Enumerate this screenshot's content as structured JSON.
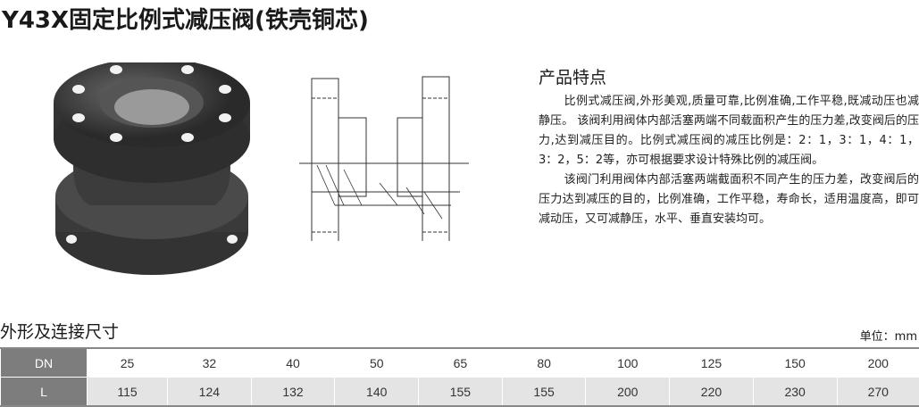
{
  "title": "Y43X固定比例式减压阀(铁壳铜芯)",
  "features": {
    "heading": "产品特点",
    "paragraphs": [
      "比例式减压阀,外形美观,质量可靠,比例准确,工作平稳,既减动压也减静压。 该阀利用阀体内部活塞两端不同载面积产生的压力差,改变阀后的压力,达到减压目的。比例式减压阀的减压比例是：2：1，3：1，4：1，3：2，5：2等，亦可根据要求设计特殊比例的减压阀。",
      "该阀门利用阀体内部活塞两端截面积不同产生的压力差，改变阀后的压力达到减压的目的，比例准确，工作平稳，寿命长，适用温度高，即可减动压，又可减静压，水平、垂直安装均可。"
    ]
  },
  "drawing": {
    "dimension_label": "L"
  },
  "dimensions": {
    "heading": "外形及连接尺寸",
    "unit": "单位：mm",
    "rows": [
      {
        "label": "DN",
        "values": [
          "25",
          "32",
          "40",
          "50",
          "65",
          "80",
          "100",
          "125",
          "150",
          "200"
        ]
      },
      {
        "label": "L",
        "values": [
          "115",
          "124",
          "132",
          "140",
          "155",
          "155",
          "200",
          "220",
          "230",
          "270"
        ]
      }
    ]
  }
}
